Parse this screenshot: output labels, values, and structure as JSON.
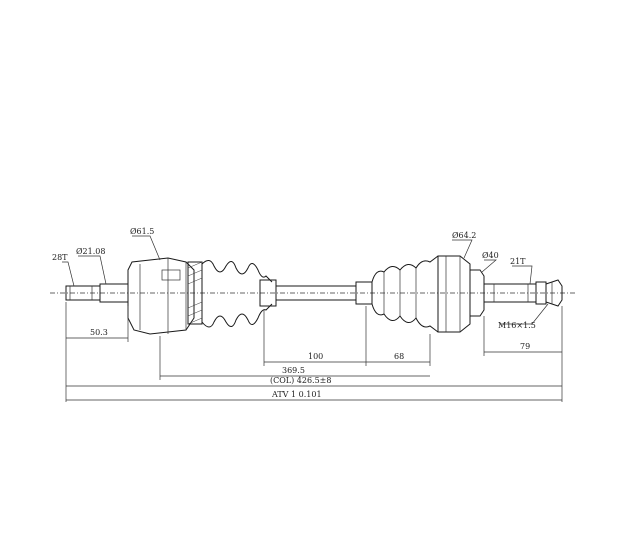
{
  "labels": {
    "spline_left": "28T",
    "dia_left_shaft": "Ø21.08",
    "dia_outer_joint": "Ø61.5",
    "dia_inner_joint": "Ø64.2",
    "dia_right_shaft": "Ø40",
    "spline_right": "21T",
    "thread": "M16×1.5",
    "dim_50": "50.3",
    "dim_100": "100",
    "dim_68": "68",
    "dim_79": "79",
    "dim_369": "369.5",
    "dim_col": "(COL) 426.5±8",
    "dim_total": "ATV 1 0.101"
  }
}
